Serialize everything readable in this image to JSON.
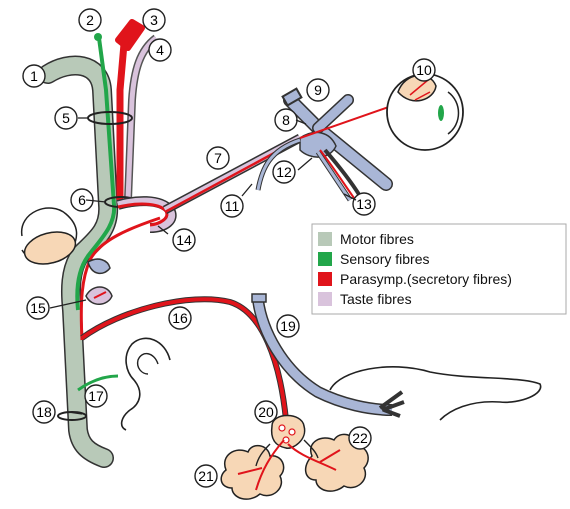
{
  "legend": {
    "items": [
      {
        "label": "Motor fibres",
        "color": "#b8c9b8"
      },
      {
        "label": "Sensory fibres",
        "color": "#22a64a"
      },
      {
        "label": "Parasymp.(secretory fibres)",
        "color": "#e0141b"
      },
      {
        "label": "Taste fibres",
        "color": "#d9c3dc"
      }
    ]
  },
  "labels": [
    "1",
    "2",
    "3",
    "4",
    "5",
    "6",
    "7",
    "8",
    "9",
    "10",
    "11",
    "12",
    "13",
    "14",
    "15",
    "16",
    "17",
    "18",
    "19",
    "20",
    "21",
    "22"
  ],
  "colors": {
    "motor": "#b8c9b8",
    "sensory": "#22a64a",
    "parasymp": "#e0141b",
    "taste": "#d9c3dc",
    "nerve_blue": "#a9b6d6",
    "gland": "#f7d7b6",
    "outline": "#333333"
  }
}
